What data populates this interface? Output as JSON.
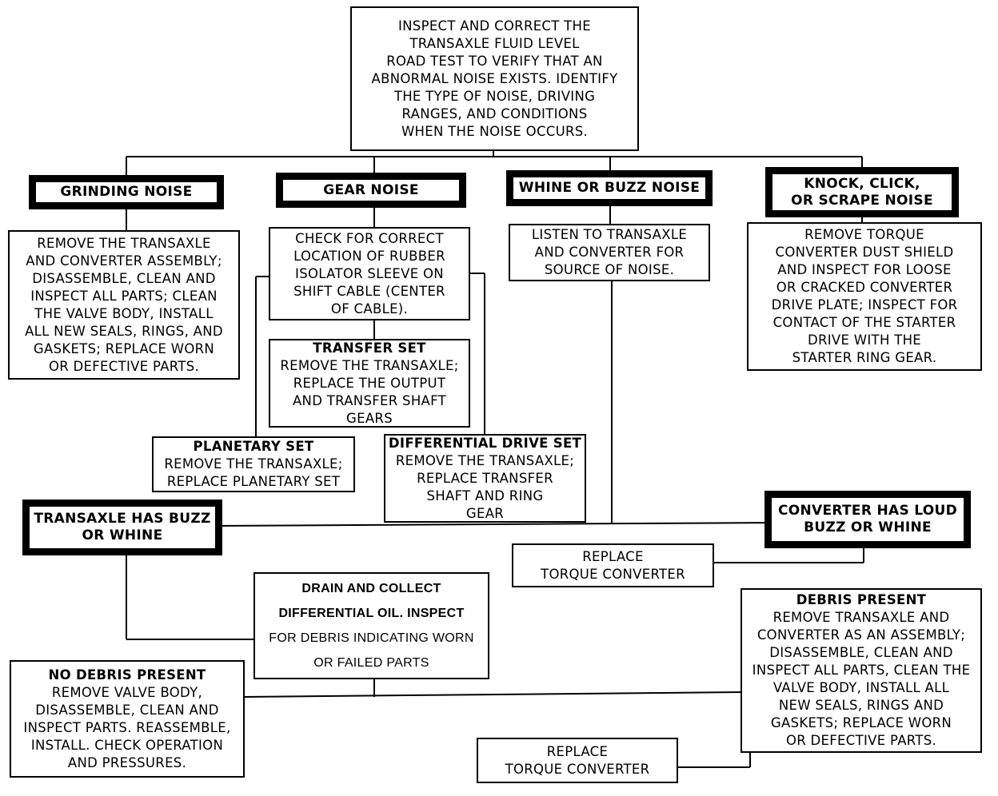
{
  "nodes": {
    "top": {
      "lines": [
        "INSPECT AND CORRECT THE",
        "TRANSAXLE FLUID LEVEL",
        "ROAD TEST TO VERIFY THAT AN",
        "ABNORMAL NOISE EXISTS. IDENTIFY",
        "THE TYPE OF NOISE, DRIVING",
        "RANGES, AND CONDITIONS",
        "WHEN THE NOISE OCCURS."
      ]
    },
    "grinding_noise": {
      "title": "GRINDING NOISE"
    },
    "gear_noise": {
      "title": "GEAR NOISE"
    },
    "whine_buzz_noise": {
      "title": "WHINE OR BUZZ NOISE"
    },
    "knock_noise": {
      "title_lines": [
        "KNOCK, CLICK,",
        "OR SCRAPE NOISE"
      ]
    },
    "grinding_action": {
      "lines": [
        "REMOVE THE TRANSAXLE",
        "AND CONVERTER ASSEMBLY;",
        "DISASSEMBLE, CLEAN AND",
        "INSPECT ALL PARTS; CLEAN",
        "THE VALVE BODY, INSTALL",
        "ALL NEW SEALS, RINGS, AND",
        "GASKETS; REPLACE WORN",
        "OR DEFECTIVE PARTS."
      ]
    },
    "gear_check": {
      "lines": [
        "CHECK FOR CORRECT",
        "LOCATION OF RUBBER",
        "ISOLATOR SLEEVE ON",
        "SHIFT CABLE (CENTER",
        "OF CABLE)."
      ]
    },
    "listen": {
      "lines": [
        "LISTEN TO TRANSAXLE",
        "AND CONVERTER FOR",
        "SOURCE OF NOISE."
      ]
    },
    "knock_action": {
      "lines": [
        "REMOVE TORQUE",
        "CONVERTER DUST SHIELD",
        "AND INSPECT FOR LOOSE",
        "OR CRACKED CONVERTER",
        "DRIVE PLATE; INSPECT FOR",
        "CONTACT OF THE STARTER",
        "DRIVE WITH THE",
        "STARTER RING GEAR."
      ]
    },
    "transfer_set": {
      "title": "TRANSFER SET",
      "lines": [
        "REMOVE THE TRANSAXLE;",
        "REPLACE THE OUTPUT",
        "AND TRANSFER SHAFT",
        "GEARS"
      ]
    },
    "planetary_set": {
      "title": "PLANETARY SET",
      "lines": [
        "REMOVE THE TRANSAXLE;",
        "REPLACE PLANETARY SET"
      ]
    },
    "differential_drive_set": {
      "title": "DIFFERENTIAL DRIVE SET",
      "lines": [
        "REMOVE THE TRANSAXLE;",
        "REPLACE TRANSFER",
        "SHAFT AND RING",
        "GEAR"
      ]
    },
    "transaxle_buzz": {
      "title_lines": [
        "TRANSAXLE HAS BUZZ",
        "OR WHINE"
      ]
    },
    "converter_buzz": {
      "title_lines": [
        "CONVERTER HAS LOUD",
        "BUZZ OR WHINE"
      ]
    },
    "replace_converter_1": {
      "lines": [
        "REPLACE",
        "TORQUE CONVERTER"
      ]
    },
    "drain_collect": {
      "lines": [
        "DRAIN AND COLLECT",
        "DIFFERENTIAL OIL.   INSPECT",
        "FOR DEBRIS INDICATING WORN",
        "OR  FAILED PARTS"
      ]
    },
    "debris_present": {
      "title": "DEBRIS PRESENT",
      "lines": [
        "REMOVE TRANSAXLE AND",
        "CONVERTER AS AN ASSEMBLY;",
        "DISASSEMBLE, CLEAN AND",
        "INSPECT ALL PARTS, CLEAN THE",
        "VALVE BODY, INSTALL ALL",
        "NEW SEALS, RINGS AND",
        "GASKETS; REPLACE WORN",
        "OR DEFECTIVE PARTS."
      ]
    },
    "no_debris": {
      "title": "NO DEBRIS PRESENT",
      "lines": [
        "REMOVE VALVE BODY,",
        "DISASSEMBLE, CLEAN AND",
        "INSPECT PARTS. REASSEMBLE,",
        "INSTALL. CHECK OPERATION",
        "AND PRESSURES."
      ]
    },
    "replace_converter_2": {
      "lines": [
        "REPLACE",
        "TORQUE CONVERTER"
      ]
    }
  }
}
